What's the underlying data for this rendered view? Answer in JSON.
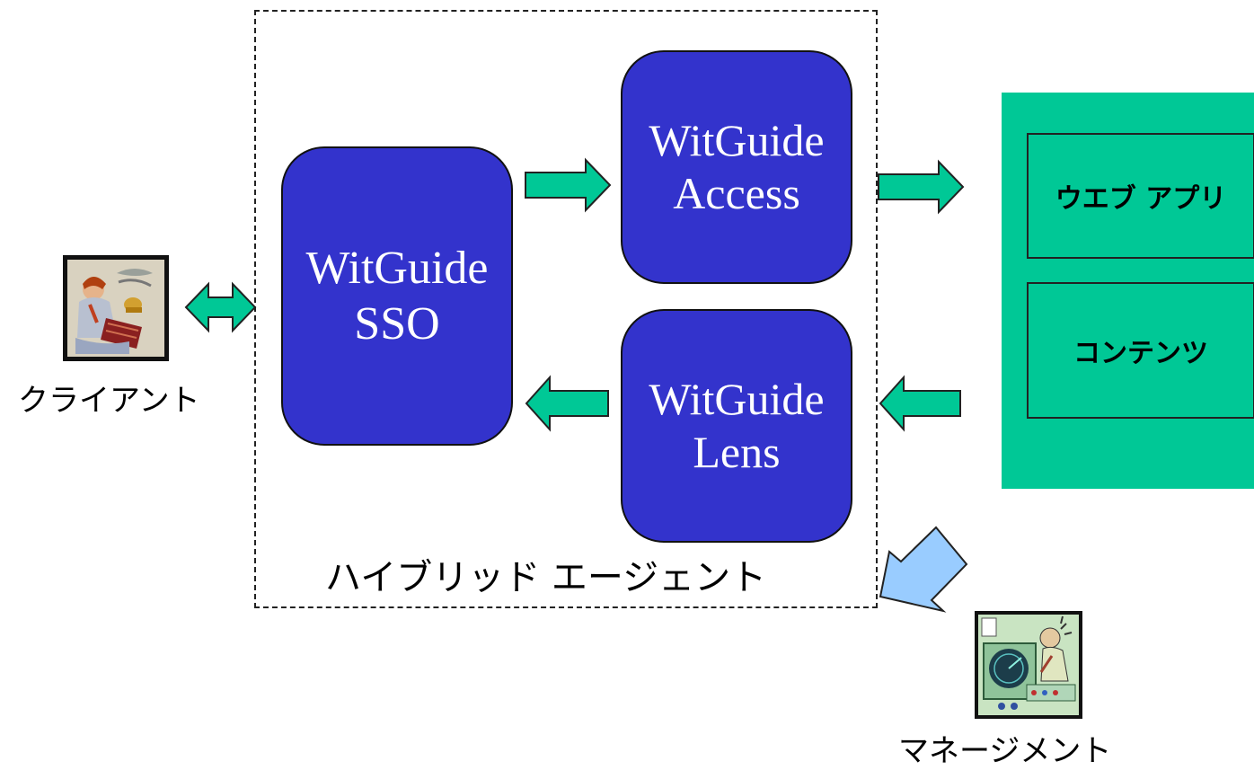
{
  "agent": {
    "label": "ハイブリッド エージェント"
  },
  "modules": {
    "sso": {
      "line1": "WitGuide",
      "line2": "SSO"
    },
    "access": {
      "line1": "WitGuide",
      "line2": "Access"
    },
    "lens": {
      "line1": "WitGuide",
      "line2": "Lens"
    }
  },
  "server": {
    "web_app": "ウエブ アプリ",
    "content": "コンテンツ"
  },
  "client": {
    "label": "クライアント",
    "icon": "client-user-clipart"
  },
  "management": {
    "label": "マネージメント",
    "icon": "management-operator-clipart"
  },
  "colors": {
    "module_fill": "#3333cc",
    "arrow_fill": "#00c896",
    "server_fill": "#00c896",
    "management_arrow": "#99ccff"
  }
}
